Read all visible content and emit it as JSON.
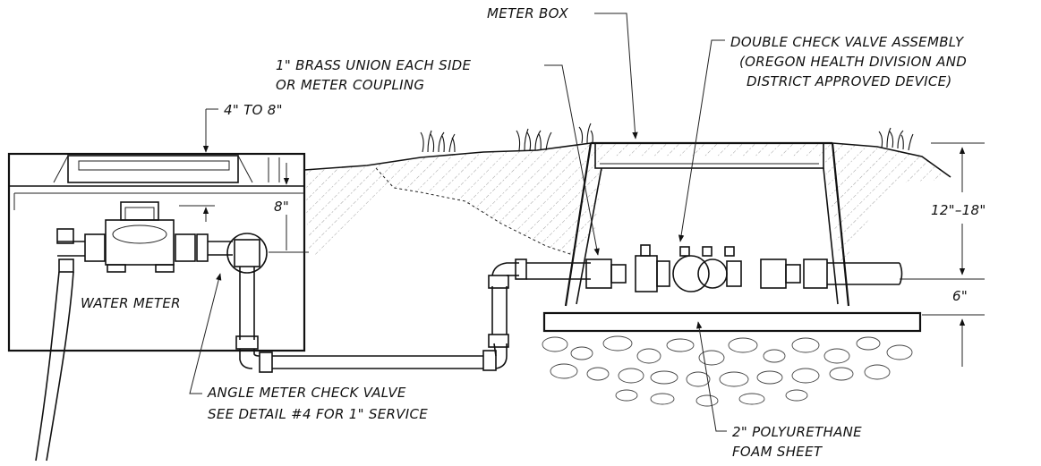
{
  "labels": {
    "meter_box": "METER BOX",
    "brass_union_line1": "1\" BRASS UNION EACH SIDE",
    "brass_union_line2": "OR METER COUPLING",
    "dcva_line1": "DOUBLE CHECK VALVE ASSEMBLY",
    "dcva_line2": "(OREGON HEALTH DIVISION AND",
    "dcva_line3": "DISTRICT APPROVED DEVICE)",
    "depth_4_to_8": "4\" TO 8\"",
    "dim_8": "8\"",
    "dim_12_18": "12\"–18\"",
    "dim_6": "6\"",
    "water_meter": "WATER METER",
    "angle_valve_line1": "ANGLE METER CHECK VALVE",
    "angle_valve_line2": "SEE DETAIL #4 FOR 1\" SERVICE",
    "foam_line1": "2\" POLYURETHANE",
    "foam_line2": "FOAM SHEET"
  }
}
